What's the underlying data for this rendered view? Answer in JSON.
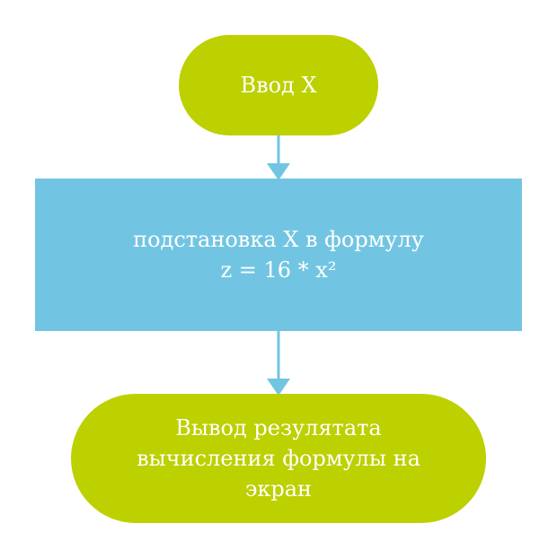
{
  "colors": {
    "terminal_fill": "#bdd000",
    "process_fill": "#72c5e2",
    "connector": "#72c5e2",
    "text": "#ffffff",
    "background": "#ffffff"
  },
  "flowchart": {
    "nodes": [
      {
        "id": "input",
        "shape": "terminal",
        "label": "Ввод X"
      },
      {
        "id": "process",
        "shape": "process",
        "label": "подстановка X в формулу\nz = 16 * x²"
      },
      {
        "id": "output",
        "shape": "terminal",
        "label": "Вывод резулятата\nвычисления формулы на\nэкран"
      }
    ],
    "edges": [
      {
        "from": "input",
        "to": "process"
      },
      {
        "from": "process",
        "to": "output"
      }
    ]
  }
}
